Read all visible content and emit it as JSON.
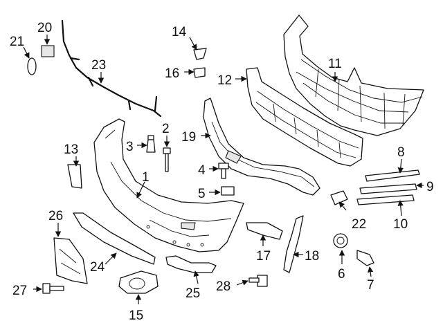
{
  "callouts": [
    {
      "id": "c1",
      "number": "1"
    },
    {
      "id": "c2",
      "number": "2"
    },
    {
      "id": "c3",
      "number": "3"
    },
    {
      "id": "c4",
      "number": "4"
    },
    {
      "id": "c5",
      "number": "5"
    },
    {
      "id": "c6",
      "number": "6"
    },
    {
      "id": "c7",
      "number": "7"
    },
    {
      "id": "c8",
      "number": "8"
    },
    {
      "id": "c9",
      "number": "9"
    },
    {
      "id": "c10",
      "number": "10"
    },
    {
      "id": "c11",
      "number": "11"
    },
    {
      "id": "c12",
      "number": "12"
    },
    {
      "id": "c13",
      "number": "13"
    },
    {
      "id": "c14",
      "number": "14"
    },
    {
      "id": "c15",
      "number": "15"
    },
    {
      "id": "c16",
      "number": "16"
    },
    {
      "id": "c17",
      "number": "17"
    },
    {
      "id": "c18",
      "number": "18"
    },
    {
      "id": "c19",
      "number": "19"
    },
    {
      "id": "c20",
      "number": "20"
    },
    {
      "id": "c21",
      "number": "21"
    },
    {
      "id": "c22",
      "number": "22"
    },
    {
      "id": "c23",
      "number": "23"
    },
    {
      "id": "c24",
      "number": "24"
    },
    {
      "id": "c25",
      "number": "25"
    },
    {
      "id": "c26",
      "number": "26"
    },
    {
      "id": "c27",
      "number": "27"
    },
    {
      "id": "c28",
      "number": "28"
    }
  ]
}
